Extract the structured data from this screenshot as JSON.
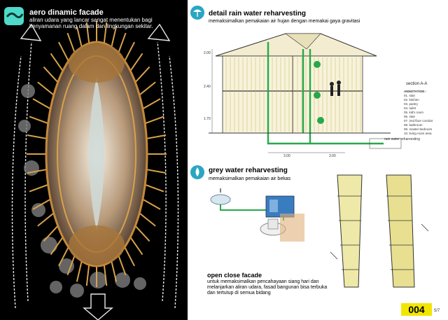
{
  "aero": {
    "title": "aero dinamic facade",
    "desc": "aliran udara  yang lancar sangat menentukan bagi kenyamanan ruang dalam dan lingkungan sekitar."
  },
  "rain": {
    "title": "detail rain water reharvesting",
    "desc": "memaksimalkan pemakaian air hujan dengan memakai gaya gravitasi",
    "section_label": "section A-A",
    "annotation_title": "ANNOTATION :",
    "annotations": [
      "01. stair",
      "02. kitchen",
      "03. pantry",
      "04. toilet",
      "05. kid's room",
      "06. stair",
      "07. 2nd floor corridor",
      "08. bathroom",
      "09. master bedroom",
      "10. living room area"
    ],
    "dims": {
      "d1": "2.00",
      "d2": "2.40",
      "d3": "1.70",
      "w1": "3.00",
      "w2": "3.00"
    },
    "tank_label": "rain water reharvesting"
  },
  "grey": {
    "title": "grey water reharvesting",
    "desc": "memaksimalkan pemakaian air bekas"
  },
  "open": {
    "title": "open close facade",
    "desc": "untuk memaksimalkan pencahayaan siang hari dan melanjarkan aliran udara, fasad bangunan bisa terbuka dan  tertutup di semua bidang"
  },
  "page": {
    "number": "004",
    "of": "5/7"
  },
  "colors": {
    "accent_teal": "#4fd9c8",
    "icon_blue": "#2aa6c2",
    "badge_yellow": "#f2e600",
    "bamboo": "#d8a24a"
  }
}
